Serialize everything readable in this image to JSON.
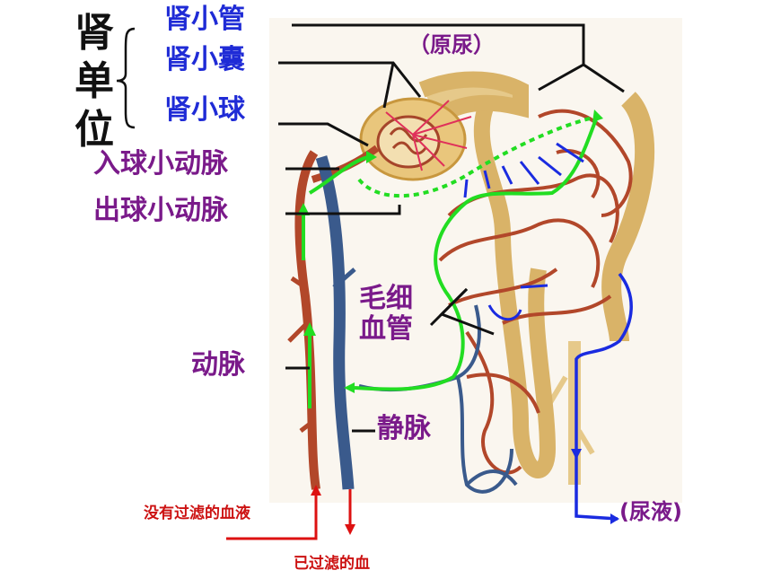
{
  "title": "肾单位",
  "labels": {
    "tubule": "肾小管",
    "capsule": "肾小囊",
    "glomerulus": "肾小球",
    "primary_urine": "（原尿）",
    "afferent": "入球小动脉",
    "efferent": "出球小动脉",
    "capillary_1": "毛细",
    "capillary_2": "血管",
    "artery": "动脉",
    "vein": "静脉",
    "urine": "(尿液)",
    "unfiltered": "没有过滤的血液",
    "filtered": "已过滤的血"
  },
  "colors": {
    "title": "#111111",
    "blue_label": "#1f2bd6",
    "purple_label": "#7a1a8a",
    "red_label": "#cc1111",
    "artery": "#b2472a",
    "vein": "#3a5a8c",
    "tubule": "#d9b368",
    "flow_green": "#22dd22",
    "flow_blue": "#1a2be0",
    "flow_red": "#dd1111"
  }
}
